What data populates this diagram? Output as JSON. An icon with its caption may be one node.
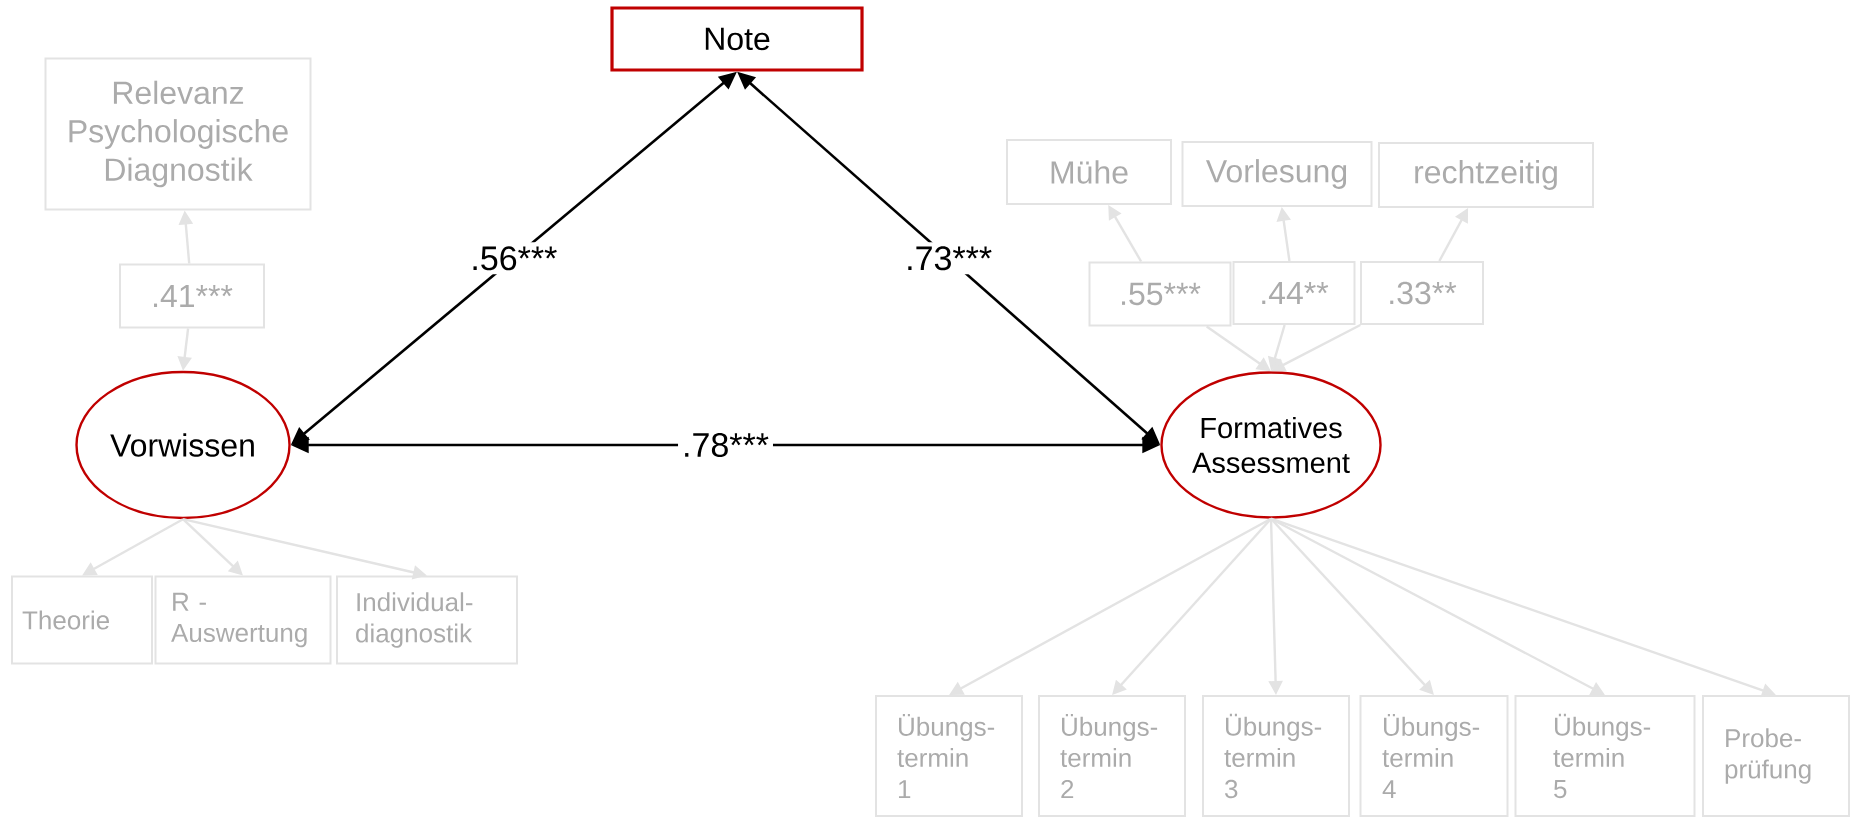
{
  "diagram": {
    "nodes": [
      {
        "text": [
          "Note"
        ]
      },
      {
        "text": [
          "Relevanz Psychologische Diagnostik"
        ]
      },
      {
        "text": [
          "Mühe"
        ]
      },
      {
        "text": [
          "Vorlesung"
        ]
      },
      {
        "text": [
          "rechtzeitig"
        ]
      },
      {
        "text": [
          ".41***"
        ]
      },
      {
        "text": [
          ".55***"
        ]
      },
      {
        "text": [
          ".44**"
        ]
      },
      {
        "text": [
          ".33**"
        ]
      },
      {
        "text": [
          "Vorwissen"
        ]
      },
      {
        "text": [
          "Formatives Assessment"
        ]
      },
      {
        "text": [
          "Theorie"
        ]
      },
      {
        "text": [
          "R - Auswertung"
        ]
      },
      {
        "text": [
          "Individual- diagnostik"
        ]
      },
      {
        "text": [
          "Übungs- termin 1"
        ]
      },
      {
        "text": [
          "Übungs- termin 2"
        ]
      },
      {
        "text": [
          "Übungs- termin 3"
        ]
      },
      {
        "text": [
          "Übungs- termin 4"
        ]
      },
      {
        "text": [
          "Übungs- termin 5"
        ]
      },
      {
        "text": [
          "Probe- prüfung"
        ]
      }
    ],
    "edges": [
      {
        "from": 0,
        "to": 9,
        "arrow": "both",
        "label": ".56***",
        "color": "#000000"
      },
      {
        "from": 0,
        "to": 10,
        "arrow": "both",
        "label": ".73***",
        "color": "#000000"
      },
      {
        "from": 9,
        "to": 10,
        "arrow": "both",
        "label": ".78***",
        "color": "#000000"
      },
      {
        "from": 5,
        "to": 1,
        "arrow": "to"
      },
      {
        "from": 5,
        "to": 9,
        "arrow": "to"
      },
      {
        "from": 6,
        "to": 2,
        "arrow": "to"
      },
      {
        "from": 6,
        "to": 10,
        "arrow": "to"
      },
      {
        "from": 7,
        "to": 3,
        "arrow": "to"
      },
      {
        "from": 7,
        "to": 10,
        "arrow": "to"
      },
      {
        "from": 8,
        "to": 4,
        "arrow": "to"
      },
      {
        "from": 8,
        "to": 10,
        "arrow": "to"
      },
      {
        "from": 9,
        "to": 11,
        "arrow": "to"
      },
      {
        "from": 9,
        "to": 12,
        "arrow": "to"
      },
      {
        "from": 9,
        "to": 13,
        "arrow": "to"
      },
      {
        "from": 10,
        "to": 14,
        "arrow": "to"
      },
      {
        "from": 10,
        "to": 15,
        "arrow": "to"
      },
      {
        "from": 10,
        "to": 16,
        "arrow": "to"
      },
      {
        "from": 10,
        "to": 17,
        "arrow": "to"
      },
      {
        "from": 10,
        "to": 18,
        "arrow": "to"
      },
      {
        "from": 10,
        "to": 19,
        "arrow": "to"
      }
    ]
  }
}
